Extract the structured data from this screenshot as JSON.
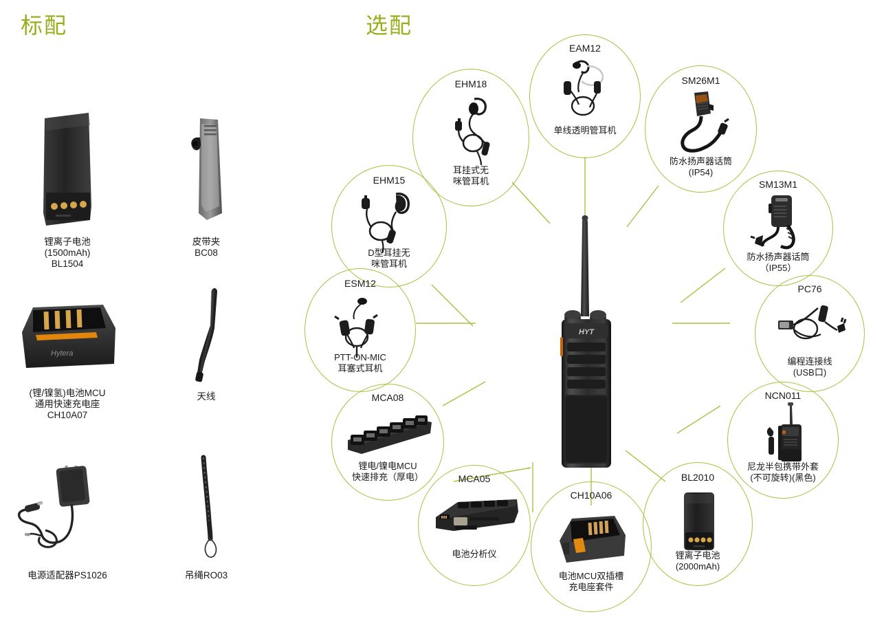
{
  "titles": {
    "standard": "标配",
    "optional": "选配"
  },
  "colors": {
    "title_green": "#9aad1c",
    "circle_stroke": "#a9c040",
    "connector_line": "#a9c040",
    "caption_text": "#1a1a1a"
  },
  "center_device": {
    "brand": "HYT",
    "name": "center-radio"
  },
  "standard_items": [
    {
      "code": "BL1504",
      "caption": "锂离子电池\n(1500mAh)\nBL1504",
      "art": "battery-slim"
    },
    {
      "code": "BC08",
      "caption": "皮带夹\nBC08",
      "art": "belt-clip"
    },
    {
      "code": "CH10A07",
      "caption": "(锂/镍氢)电池MCU\n通用快速充电座\nCH10A07",
      "art": "charger-single",
      "brand": "Hytera"
    },
    {
      "code": "",
      "caption": "天线",
      "art": "antenna"
    },
    {
      "code": "PS1026",
      "caption": "电源适配器PS1026",
      "art": "power-adapter"
    },
    {
      "code": "RO03",
      "caption": "吊绳RO03",
      "art": "lanyard"
    }
  ],
  "optional_items": [
    {
      "code": "EHM18",
      "desc": "耳挂式无\n咪管耳机",
      "art": "earhook-headset"
    },
    {
      "code": "EAM12",
      "desc": "单线透明管耳机",
      "art": "acoustic-tube-earpiece"
    },
    {
      "code": "SM26M1",
      "desc": "防水扬声器话筒\n(IP54)",
      "art": "speaker-mic-coil"
    },
    {
      "code": "SM13M1",
      "desc": "防水扬声器话筒\n（IP55）",
      "art": "speaker-mic"
    },
    {
      "code": "EHM15",
      "desc": "D型耳挂无\n咪管耳机",
      "art": "d-shape-earhook"
    },
    {
      "code": "ESM12",
      "desc": "PTT-ON-MIC\n耳塞式耳机",
      "art": "earbud-ptt"
    },
    {
      "code": "PC76",
      "desc": "编程连接线\n(USB口)",
      "art": "usb-programming-cable"
    },
    {
      "code": "NCN011",
      "desc": "尼龙半包携带外套\n(不可旋转)(黑色)",
      "art": "nylon-carry-case"
    },
    {
      "code": "MCA08",
      "desc": "锂电/镍电MCU\n快速排充（厚电）",
      "art": "six-bay-charger"
    },
    {
      "code": "MCA05",
      "desc": "电池分析仪",
      "art": "battery-analyzer"
    },
    {
      "code": "CH10A06",
      "desc": "电池MCU双插槽\n充电座套件",
      "art": "dual-slot-charger"
    },
    {
      "code": "BL2010",
      "desc": "锂离子电池\n(2000mAh)",
      "art": "battery-thick"
    }
  ]
}
